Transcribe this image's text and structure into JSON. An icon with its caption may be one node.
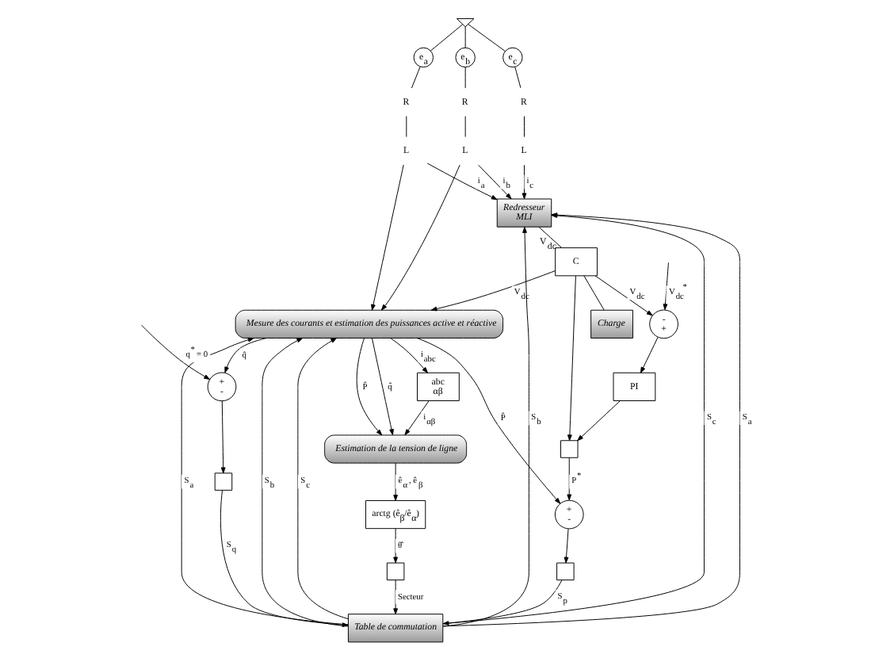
{
  "diagram": {
    "nodes": [
      {
        "text": [
          "e$_{a}$"
        ]
      },
      {
        "text": [
          "e$_{b}$"
        ]
      },
      {
        "text": [
          "e$_{c}$"
        ]
      },
      {
        "text": [],
        "shape": "ground"
      },
      {
        "text": [
          "R"
        ]
      },
      {
        "text": [
          "L"
        ]
      },
      {
        "text": [
          "R"
        ]
      },
      {
        "text": [
          "L"
        ]
      },
      {
        "text": [
          "R"
        ]
      },
      {
        "text": [
          "L"
        ]
      },
      {
        "text": [
          "Redresseur",
          "MLI"
        ]
      },
      {
        "text": [
          "C"
        ],
        "beside": [
          "V$_{dc}$"
        ]
      },
      {
        "text": [
          "Charge"
        ]
      },
      {
        "text": [
          "Mesure des courants et estimation des puissances active et réactive"
        ]
      },
      {
        "text": [
          "Table de commutation"
        ]
      },
      {
        "text": [
          "abc",
          "αβ"
        ]
      },
      {
        "text": [
          "Estimation de la tension de ligne"
        ]
      },
      {
        "text": [
          "arctg (ê$_{β}$/ê$_{α}$)"
        ]
      },
      {
        "text": [],
        "shape": "box"
      },
      {
        "text": [],
        "shape": "box"
      },
      {
        "text": [],
        "shape": "box"
      },
      {
        "text": [
          "+",
          "-"
        ]
      },
      {
        "text": [
          "-",
          "+"
        ]
      },
      {
        "text": [
          "PI"
        ]
      },
      {
        "text": [],
        "shape": "box"
      },
      {
        "text": [
          "+",
          "-"
        ]
      }
    ],
    "edges": [
      {
        "from": 3,
        "to": 0,
        "arrow": "none"
      },
      {
        "from": 3,
        "to": 1,
        "arrow": "none"
      },
      {
        "from": 3,
        "to": 2,
        "arrow": "none"
      },
      {
        "from": 0,
        "to": 4,
        "arrow": "none"
      },
      {
        "from": 4,
        "to": 5,
        "arrow": "none"
      },
      {
        "from": 1,
        "to": 6,
        "arrow": "none"
      },
      {
        "from": 6,
        "to": 7,
        "arrow": "none"
      },
      {
        "from": 2,
        "to": 8,
        "arrow": "none"
      },
      {
        "from": 8,
        "to": 9,
        "arrow": "none"
      },
      {
        "from": 5,
        "to": 10,
        "arrow": "to",
        "label": "i$_{a}$"
      },
      {
        "from": 7,
        "to": 10,
        "arrow": "to",
        "label": "i$_{b}$"
      },
      {
        "from": 9,
        "to": 10,
        "arrow": "to",
        "label": "i$_{c}$"
      },
      {
        "from": 5,
        "to": 13,
        "arrow": "to"
      },
      {
        "from": 7,
        "to": 13,
        "arrow": "to"
      },
      {
        "from": 10,
        "to": 11,
        "arrow": "none"
      },
      {
        "from": 11,
        "to": 12,
        "arrow": "none"
      },
      {
        "from": 14,
        "to": 10,
        "arrow": "to",
        "label": "S$_{a}$"
      },
      {
        "from": 14,
        "to": 10,
        "arrow": "to",
        "label": "S$_{b}$"
      },
      {
        "from": 14,
        "to": 10,
        "arrow": "to",
        "label": "S$_{c}$"
      },
      {
        "from": 14,
        "to": 13,
        "arrow": "to",
        "label": "S$_{a}$"
      },
      {
        "from": 14,
        "to": 13,
        "arrow": "to",
        "label": "S$_{b}$"
      },
      {
        "from": 14,
        "to": 13,
        "arrow": "to",
        "label": "S$_{c}$"
      },
      {
        "from": 11,
        "to": 13,
        "arrow": "to",
        "label": "V$_{dc}$"
      },
      {
        "from": 13,
        "to": 15,
        "arrow": "to",
        "label": "i$_{abc}$"
      },
      {
        "from": 15,
        "to": 16,
        "arrow": "to",
        "label": "i$_{αβ}$"
      },
      {
        "from": 13,
        "to": 16,
        "arrow": "to",
        "label": "P̂"
      },
      {
        "from": 13,
        "to": 16,
        "arrow": "to",
        "label": "q̂"
      },
      {
        "from": 16,
        "to": 17,
        "arrow": "to",
        "label": "ê$_{α}$ , ê$_{β}$"
      },
      {
        "from": 17,
        "to": 18,
        "arrow": "to",
        "label": "θ̂"
      },
      {
        "from": 18,
        "to": 14,
        "arrow": "to",
        "label": "Secteur"
      },
      {
        "from": 19,
        "to": 14,
        "arrow": "to",
        "label": "S$_{q}$"
      },
      {
        "from": 20,
        "to": 14,
        "arrow": "to",
        "label": "S$_{p}$"
      },
      {
        "from": 21,
        "to": 19,
        "arrow": "to"
      },
      {
        "from": 25,
        "to": 20,
        "arrow": "to"
      },
      {
        "from": 13,
        "to": 21,
        "arrow": "to",
        "label": "q̂"
      },
      {
        "from": null,
        "to": 21,
        "arrow": "to",
        "label": "q$^{*}$ = 0"
      },
      {
        "from": 13,
        "to": 25,
        "arrow": "to",
        "label": "P̂"
      },
      {
        "from": 24,
        "to": 25,
        "arrow": "to",
        "label": "P$^{*}$"
      },
      {
        "from": 11,
        "to": 22,
        "arrow": "to",
        "label": "V$_{dc}$"
      },
      {
        "from": null,
        "to": 22,
        "arrow": "to",
        "label": "V$_{dc}$$^{*}$"
      },
      {
        "from": 22,
        "to": 23,
        "arrow": "to"
      },
      {
        "from": 23,
        "to": 24,
        "arrow": "to"
      },
      {
        "from": 11,
        "to": 24,
        "arrow": "to"
      }
    ]
  }
}
